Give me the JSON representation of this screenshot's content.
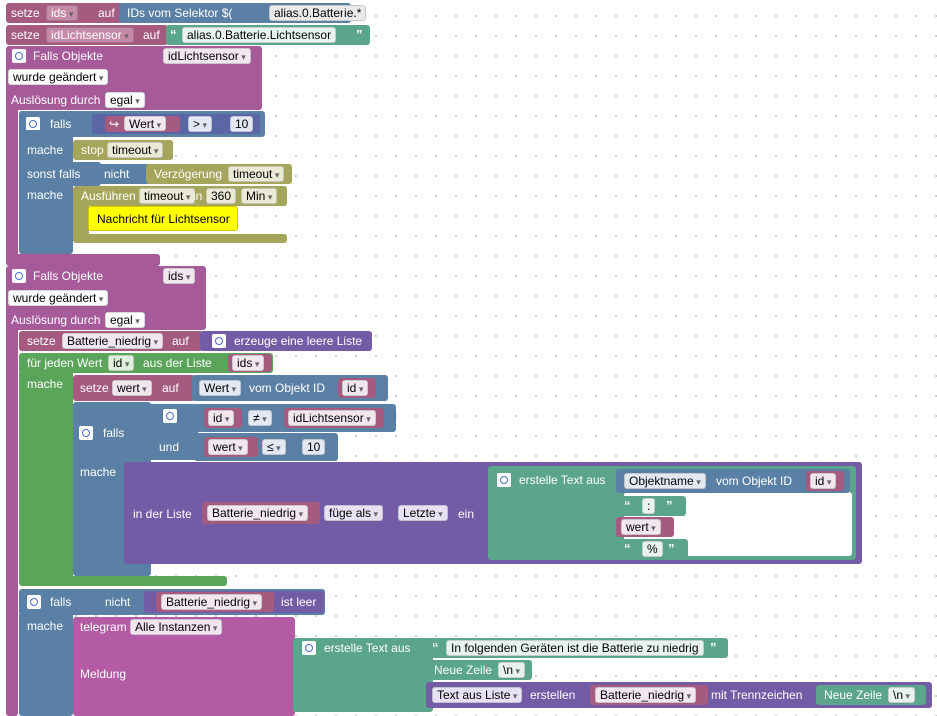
{
  "row1": {
    "setze": "setze",
    "var": "ids",
    "auf": "auf",
    "selector": "IDs vom Selektor $(",
    "selector_value": "alias.0.Batterie.*",
    "selector_close": ")"
  },
  "row2": {
    "setze": "setze",
    "var": "idLichtsensor",
    "auf": "auf",
    "value": "alias.0.Batterie.Lichtsensor"
  },
  "trigger1": {
    "title": "Falls Objekte",
    "object": "idLichtsensor",
    "changed": "wurde geändert",
    "trigger_label": "Auslösung durch",
    "trigger_value": "egal",
    "if": {
      "falls": "falls",
      "var": "Wert",
      "op": ">",
      "num": "10",
      "mache": "mache",
      "stop": "stop",
      "stop_var": "timeout",
      "elseif": "sonst falls",
      "nicht": "nicht",
      "delay": "Verzögerung",
      "delay_var": "timeout",
      "run": "Ausführen",
      "run_var": "timeout",
      "in": "in",
      "time": "360",
      "unit": "Min",
      "comment": "Nachricht für Lichtsensor"
    }
  },
  "trigger2": {
    "title": "Falls Objekte",
    "object": "ids",
    "changed": "wurde geändert",
    "trigger_label": "Auslösung durch",
    "trigger_value": "egal",
    "set": {
      "setze": "setze",
      "var": "Batterie_niedrig",
      "auf": "auf",
      "value": "erzeuge eine leere Liste"
    },
    "loop": {
      "label": "für jeden Wert",
      "var": "id",
      "from": "aus der Liste",
      "list": "ids",
      "mache": "mache",
      "set": {
        "setze": "setze",
        "var": "wert",
        "auf": "auf",
        "prop": "Wert",
        "of": "vom Objekt ID",
        "id": "id"
      },
      "if": {
        "falls": "falls",
        "id": "id",
        "ne": "≠",
        "idlicht": "idLichtsensor",
        "und": "und",
        "wert": "wert",
        "le": "≤",
        "num": "10",
        "mache": "mache",
        "list": {
          "in": "in der Liste",
          "var": "Batterie_niedrig",
          "add": "füge als",
          "pos": "Letzte",
          "ein": "ein",
          "text": {
            "label": "erstelle Text aus",
            "prop": "Objektname",
            "of": "vom Objekt ID",
            "id": "id",
            "colon": ":",
            "wert": "wert",
            "pct": "%"
          }
        }
      }
    },
    "if2": {
      "falls": "falls",
      "nicht": "nicht",
      "var": "Batterie_niedrig",
      "empty": "ist leer",
      "mache": "mache",
      "telegram": "telegram",
      "instances": "Alle Instanzen",
      "meldung": "Meldung",
      "text": {
        "label": "erstelle Text aus",
        "line1": "In folgenden Geräten ist die Batterie zu niedrig",
        "newline": "Neue Zeile",
        "nl": "\\n",
        "join": "Text aus Liste",
        "create": "erstellen",
        "var": "Batterie_niedrig",
        "sep": "mit Trennzeichen",
        "newline2": "Neue Zeile",
        "nl2": "\\n"
      }
    }
  }
}
